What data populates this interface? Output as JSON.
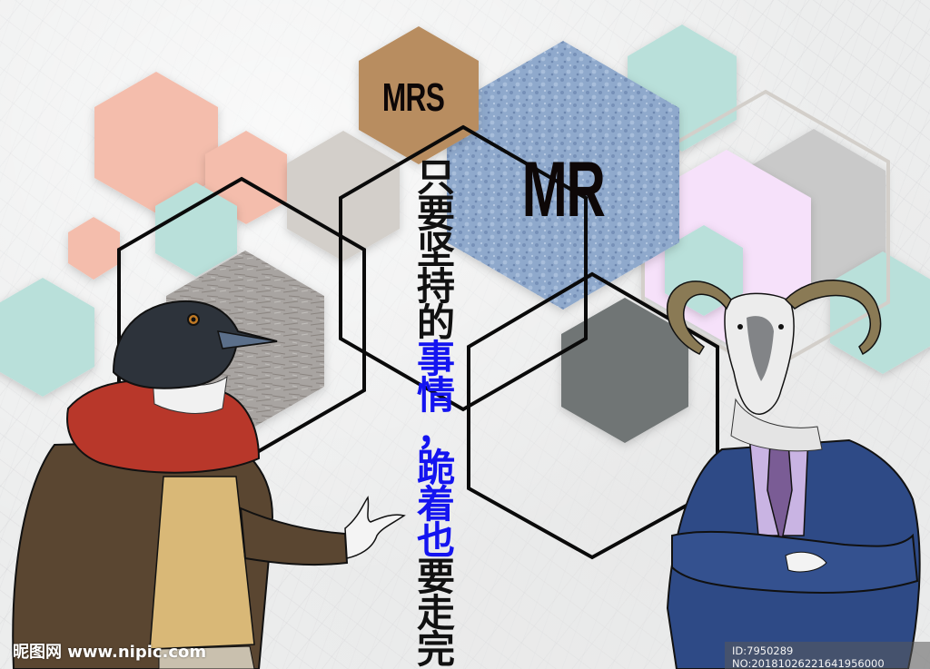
{
  "labels": {
    "mrs": "MRS",
    "mr": "MR"
  },
  "slogan": {
    "chars": [
      {
        "char": "只",
        "color": "black"
      },
      {
        "char": "要",
        "color": "black"
      },
      {
        "char": "坚",
        "color": "black"
      },
      {
        "char": "持",
        "color": "black"
      },
      {
        "char": "的",
        "color": "black"
      },
      {
        "char": "事",
        "color": "blue"
      },
      {
        "char": "情",
        "color": "blue"
      },
      {
        "char": "，",
        "color": "blue"
      },
      {
        "char": "跪",
        "color": "blue"
      },
      {
        "char": "着",
        "color": "blue"
      },
      {
        "char": "也",
        "color": "blue"
      },
      {
        "char": "要",
        "color": "black"
      },
      {
        "char": "走",
        "color": "black"
      },
      {
        "char": "完",
        "color": "black"
      }
    ],
    "full_text": "只要坚持的事情，跪着也要走完"
  },
  "characters": {
    "left": "magpie-in-scarf-and-jacket",
    "right": "ram-in-blue-suit"
  },
  "watermark": {
    "site": "昵图网 www.nipic.com",
    "id_text": "ID:7950289 NO:20181026221641956000"
  },
  "colors": {
    "peach": "#f4bdac",
    "mint": "#b9e0da",
    "taupe": "#d3cfca",
    "brown": "#b88d60",
    "stone_blue": "#8fa9cc",
    "lavender": "#f6e1fa",
    "slate": "#6f7474",
    "light_gray": "#c9c9c9",
    "slogan_blue": "#1414f0",
    "outline": "#0a0a0a"
  }
}
